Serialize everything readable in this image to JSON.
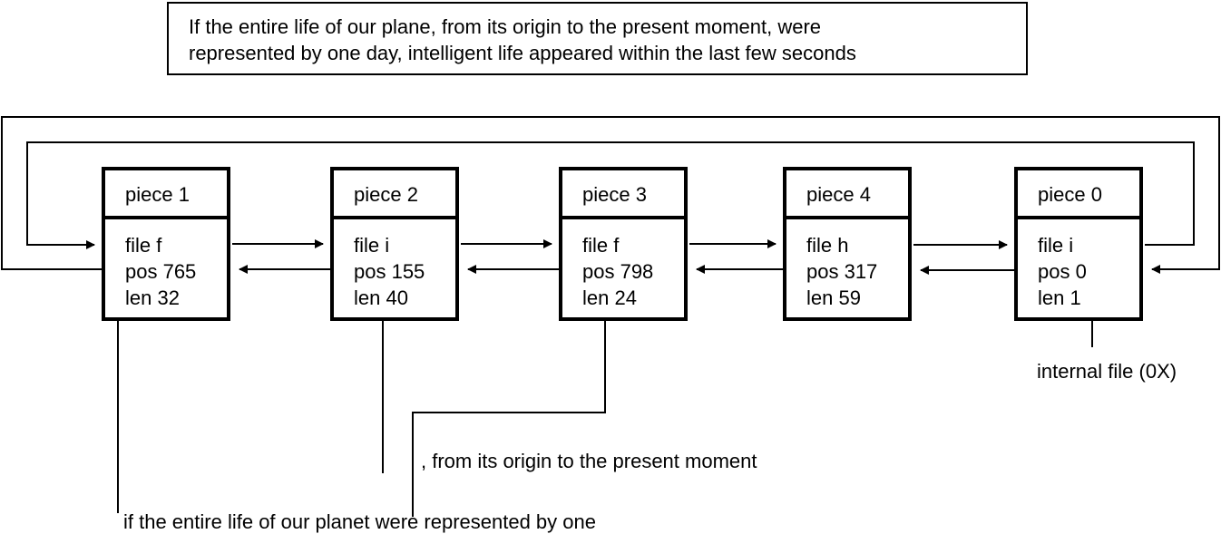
{
  "quote": {
    "line1": "If the entire life of our plane, from its origin to the present moment, were",
    "line2": "represented by one day, intelligent life appeared within the last few seconds"
  },
  "pieces": [
    {
      "title": "piece 1",
      "file": "file f",
      "pos": "pos 765",
      "len": "len 32"
    },
    {
      "title": "piece 2",
      "file": "file i",
      "pos": "pos 155",
      "len": "len 40"
    },
    {
      "title": "piece 3",
      "file": "file f",
      "pos": "pos 798",
      "len": "len 24"
    },
    {
      "title": "piece 4",
      "file": "file h",
      "pos": "pos 317",
      "len": "len 59"
    },
    {
      "title": "piece 0",
      "file": "file i",
      "pos": "pos 0",
      "len": "len 1"
    }
  ],
  "annotations": {
    "internal_file": "internal file (0X)",
    "from_origin": ", from its origin to the present moment",
    "entire_life": "if the entire life of our planet were represented by one"
  }
}
